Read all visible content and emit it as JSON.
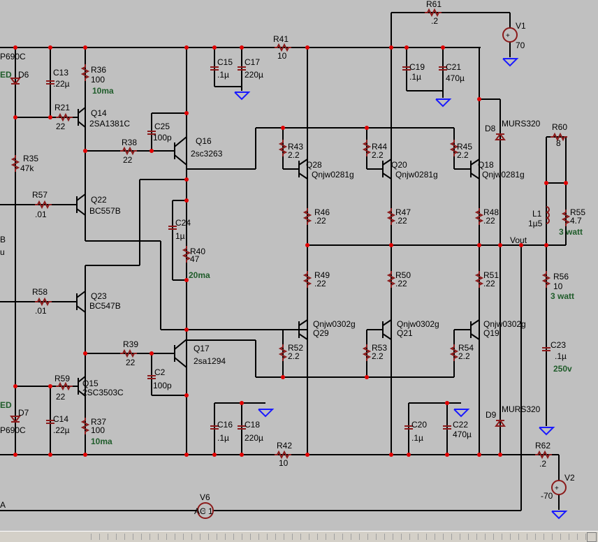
{
  "labels": {
    "P690C_top": "P690C",
    "ED_top": "ED",
    "D6": "D6",
    "C13": [
      "C13",
      ".22µ"
    ],
    "R36": [
      "R36",
      "100"
    ],
    "note_q14": "10ma",
    "R21": [
      "R21",
      "22"
    ],
    "Q14": [
      "Q14",
      "2SA1381C"
    ],
    "C25": [
      "C25",
      "100p"
    ],
    "Q16": [
      "Q16",
      "2sc3263"
    ],
    "R38": [
      "R38",
      "22"
    ],
    "R35": [
      "R35",
      "47k"
    ],
    "R57": [
      "R57",
      ".01"
    ],
    "Q22": [
      "Q22",
      "BC557B"
    ],
    "C24": [
      "C24",
      "1µ"
    ],
    "R40": [
      "R40",
      "47"
    ],
    "note_r40": "20ma",
    "R58": [
      "R58",
      ".01"
    ],
    "Q23": [
      "Q23",
      "BC547B"
    ],
    "R39": [
      "R39",
      "22"
    ],
    "Q17": [
      "Q17",
      "2sa1294"
    ],
    "C2": [
      "C2",
      "100p"
    ],
    "R59": [
      "R59",
      "22"
    ],
    "Q15": [
      "Q15",
      "2SC3503C"
    ],
    "C14": [
      "C14",
      ".22µ"
    ],
    "R37": [
      "R37",
      "100"
    ],
    "note_q15": "10ma",
    "ED_bot": "ED",
    "D7": "D7",
    "P690C_bot": "P690C",
    "left_B": "B",
    "left_u": "u",
    "left_A": "A",
    "C15": [
      "C15",
      ".1µ"
    ],
    "C17": [
      "C17",
      "220µ"
    ],
    "R41": [
      "R41",
      "10"
    ],
    "C16": [
      "C16",
      ".1µ"
    ],
    "C18": [
      "C18",
      "220µ"
    ],
    "R42": [
      "R42",
      "10"
    ],
    "R61": [
      "R61",
      ".2"
    ],
    "V1": [
      "V1",
      "70"
    ],
    "C19": [
      "C19",
      ".1µ"
    ],
    "C21": [
      "C21",
      "470µ"
    ],
    "C20": [
      "C20",
      ".1µ"
    ],
    "C22": [
      "C22",
      "470µ"
    ],
    "R43": [
      "R43",
      "2.2"
    ],
    "Q28": [
      "Q28",
      "Qnjw0281g"
    ],
    "R44": [
      "R44",
      "2.2"
    ],
    "Q20": [
      "Q20",
      "Qnjw0281g"
    ],
    "R45": [
      "R45",
      "2.2"
    ],
    "Q18": [
      "Q18",
      "Qnjw0281g"
    ],
    "R46": [
      "R46",
      ".22"
    ],
    "R47": [
      "R47",
      ".22"
    ],
    "R48": [
      "R48",
      ".22"
    ],
    "R49": [
      "R49",
      ".22"
    ],
    "R50": [
      "R50",
      ".22"
    ],
    "R51": [
      "R51",
      ".22"
    ],
    "Q29": [
      "Qnjw0302g",
      "Q29"
    ],
    "Q21": [
      "Qnjw0302g",
      "Q21"
    ],
    "Q19": [
      "Qnjw0302g",
      "Q19"
    ],
    "R52": [
      "R52",
      "2.2"
    ],
    "R53": [
      "R53",
      "2.2"
    ],
    "R54": [
      "R54",
      "2.2"
    ],
    "D8": [
      "D8",
      "MURS320"
    ],
    "D9": [
      "D9",
      "MURS320"
    ],
    "R60": [
      "R60",
      "8"
    ],
    "L1": [
      "L1",
      "1µ5"
    ],
    "R55": [
      "R55",
      "4.7"
    ],
    "note_r55": "3 watt",
    "vout": "Vout",
    "R56": [
      "R56",
      "10"
    ],
    "note_r56": "3 watt",
    "C23": [
      "C23",
      ".1µ"
    ],
    "note_c23": "250v",
    "R62": [
      "R62",
      ".2"
    ],
    "V2": [
      "V2",
      "-70"
    ],
    "V6": [
      "V6",
      "AC 1"
    ]
  },
  "colors": {
    "background": "#c0c0c0",
    "wire": "#000000",
    "component": "#8b1a1a",
    "junction": "#e00000",
    "ground": "#1a1aff",
    "annotation": "#1f5c2a"
  }
}
